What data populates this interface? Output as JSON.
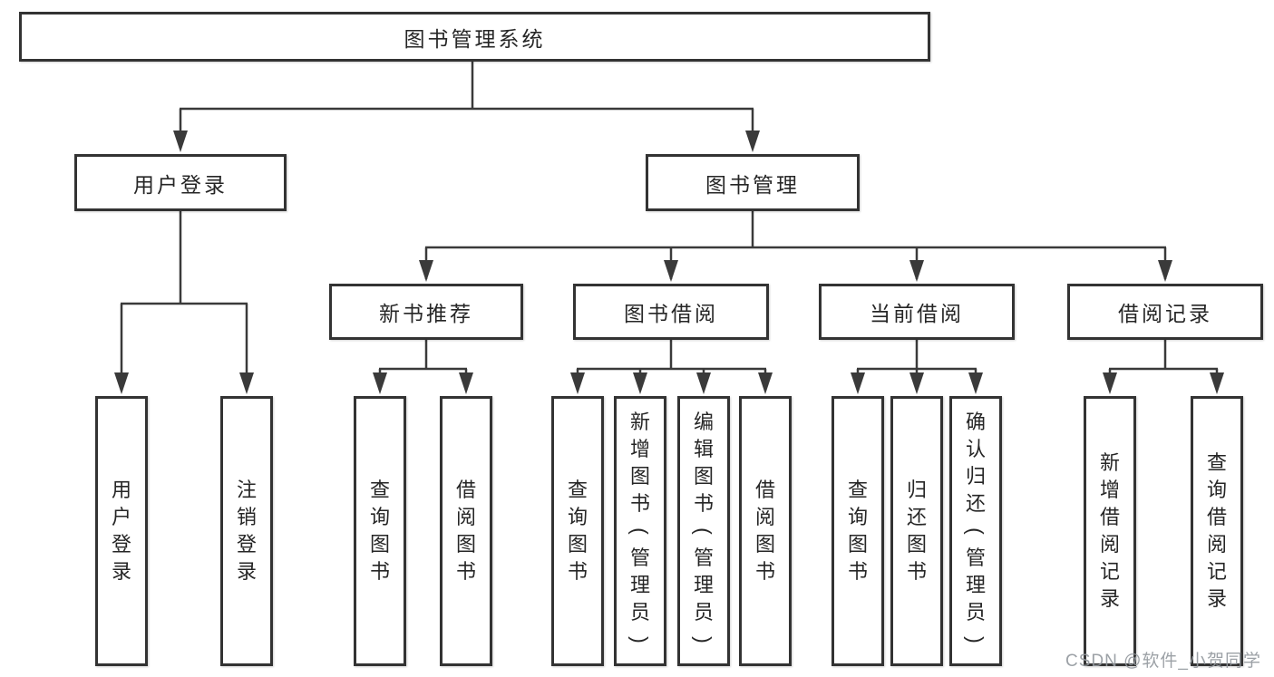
{
  "watermark": "CSDN @软件_小贺同学",
  "colors": {
    "line": "#3a3a3a",
    "box_border": "#333333",
    "box_fill": "#ffffff",
    "text": "#262626",
    "watermark": "#94999e"
  },
  "tree": {
    "label": "图书管理系统",
    "children": [
      {
        "label": "用户登录",
        "children": [
          {
            "label": "用户登录"
          },
          {
            "label": "注销登录"
          }
        ]
      },
      {
        "label": "图书管理",
        "children": [
          {
            "label": "新书推荐",
            "children": [
              {
                "label": "查询图书"
              },
              {
                "label": "借阅图书"
              }
            ]
          },
          {
            "label": "图书借阅",
            "children": [
              {
                "label": "查询图书"
              },
              {
                "label": "新增图书（管理员）"
              },
              {
                "label": "编辑图书（管理员）"
              },
              {
                "label": "借阅图书"
              }
            ]
          },
          {
            "label": "当前借阅",
            "children": [
              {
                "label": "查询图书"
              },
              {
                "label": "归还图书"
              },
              {
                "label": "确认归还（管理员）"
              }
            ]
          },
          {
            "label": "借阅记录",
            "children": [
              {
                "label": "新增借阅记录"
              },
              {
                "label": "查询借阅记录"
              }
            ]
          }
        ]
      }
    ]
  }
}
